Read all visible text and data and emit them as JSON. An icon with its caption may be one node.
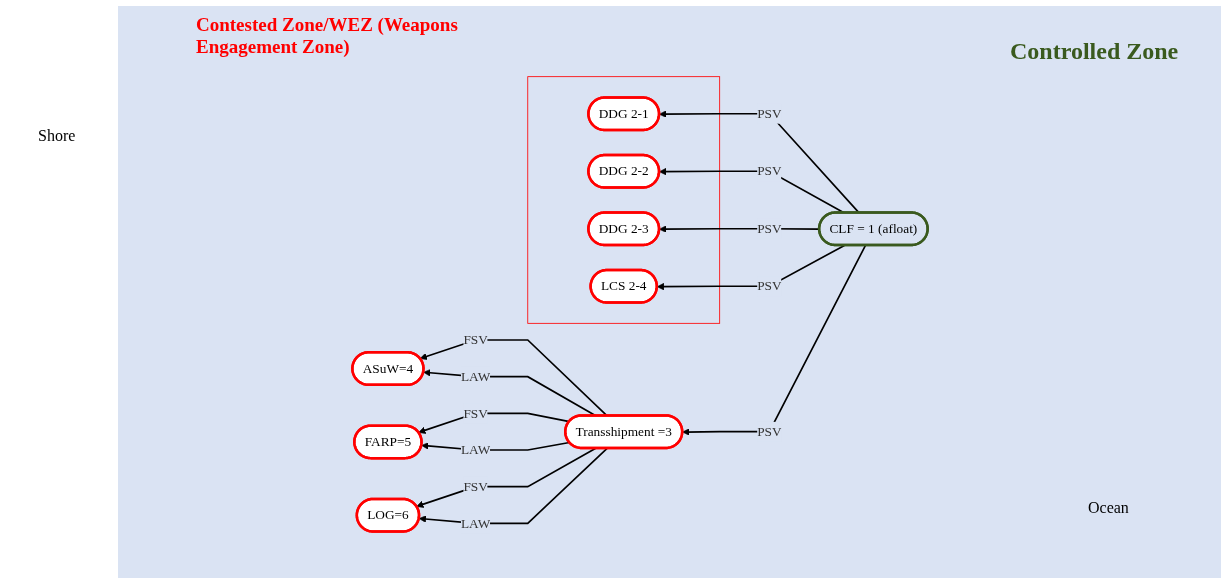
{
  "diagram": {
    "nodes": [
      {
        "text": [],
        "shape": "box"
      },
      {
        "text": [
          "DDG 2-1"
        ],
        "in": 0
      },
      {
        "text": [
          "DDG 2-2"
        ],
        "in": 0
      },
      {
        "text": [
          "DDG 2-3"
        ],
        "in": 0
      },
      {
        "text": [
          "LCS 2-4"
        ],
        "in": 0
      },
      {
        "text": [
          "ASuW=4"
        ]
      },
      {
        "text": [
          "FARP=5"
        ]
      },
      {
        "text": [
          "LOG=6"
        ]
      },
      {
        "text": [
          "CLF = 1 (afloat)"
        ]
      },
      {
        "text": [
          "Transshipment =3"
        ]
      }
    ],
    "edges": [
      {
        "from": 8,
        "to": 1,
        "arrow": "to",
        "label": "PSV"
      },
      {
        "from": 8,
        "to": 2,
        "arrow": "to",
        "label": "PSV"
      },
      {
        "from": 8,
        "to": 3,
        "arrow": "to",
        "label": "PSV"
      },
      {
        "from": 8,
        "to": 4,
        "arrow": "to",
        "label": "PSV"
      },
      {
        "from": 8,
        "to": 9,
        "arrow": "to",
        "label": "PSV"
      },
      {
        "from": 9,
        "to": 5,
        "arrow": "to",
        "label": "FSV"
      },
      {
        "from": 9,
        "to": 5,
        "arrow": "to",
        "label": "LAW"
      },
      {
        "from": 9,
        "to": 6,
        "arrow": "to",
        "label": "FSV"
      },
      {
        "from": 9,
        "to": 6,
        "arrow": "to",
        "label": "LAW"
      },
      {
        "from": 9,
        "to": 7,
        "arrow": "to",
        "label": "FSV"
      },
      {
        "from": 9,
        "to": 7,
        "arrow": "to",
        "label": "LAW"
      }
    ],
    "labels": [
      "Contested Zone/WEZ (Weapons Engagement Zone)",
      "Controlled Zone",
      "Shore",
      "Ocean"
    ]
  }
}
